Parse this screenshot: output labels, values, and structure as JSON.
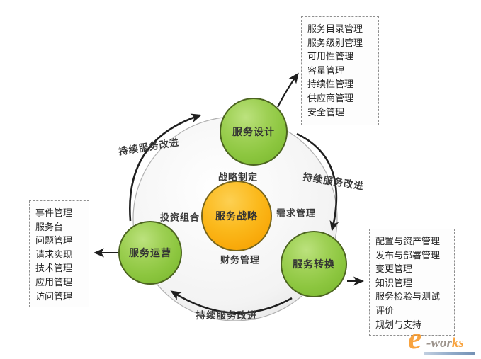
{
  "diagram": {
    "center_circle": {
      "label": "服务战略"
    },
    "phase_circles": {
      "design": {
        "label": "服务设计"
      },
      "transition": {
        "label": "服务转换"
      },
      "operation": {
        "label": "服务运营"
      }
    },
    "satellite_labels": {
      "top": "战略制定",
      "right": "需求管理",
      "bottom": "财务管理",
      "left": "投资组合"
    },
    "improvement_labels": {
      "top_left": "持续服务改进",
      "right": "持续服务改进",
      "bottom": "持续服务改进"
    },
    "boxes": {
      "design": {
        "items": [
          "服务目录管理",
          "服务级别管理",
          "可用性管理",
          "容量管理",
          "持续性管理",
          "供应商管理",
          "安全管理"
        ]
      },
      "transition": {
        "items": [
          "配置与资产管理",
          "发布与部署管理",
          "变更管理",
          "知识管理",
          "服务检验与测试",
          "评价",
          "规划与支持"
        ]
      },
      "operation": {
        "items": [
          "事件管理",
          "服务台",
          "问题管理",
          "请求实现",
          "技术管理",
          "应用管理",
          "访问管理"
        ]
      }
    },
    "colors": {
      "phase_green": "#8cc63f",
      "phase_green_border": "#4c6420",
      "strategy_orange": "#f9ab0c",
      "strategy_orange_border": "#77651c",
      "arrow_black": "#1f1f1f",
      "ring_gray": "#b0b0b0",
      "box_border_gray": "#8f8f8f",
      "logo_orange": "#f7931e",
      "logo_gray": "#8b8178",
      "logo_bar_blue": "#7d9cc0"
    },
    "watermark": {
      "e": "e",
      "mid": "-wor",
      "end": "ks"
    }
  }
}
